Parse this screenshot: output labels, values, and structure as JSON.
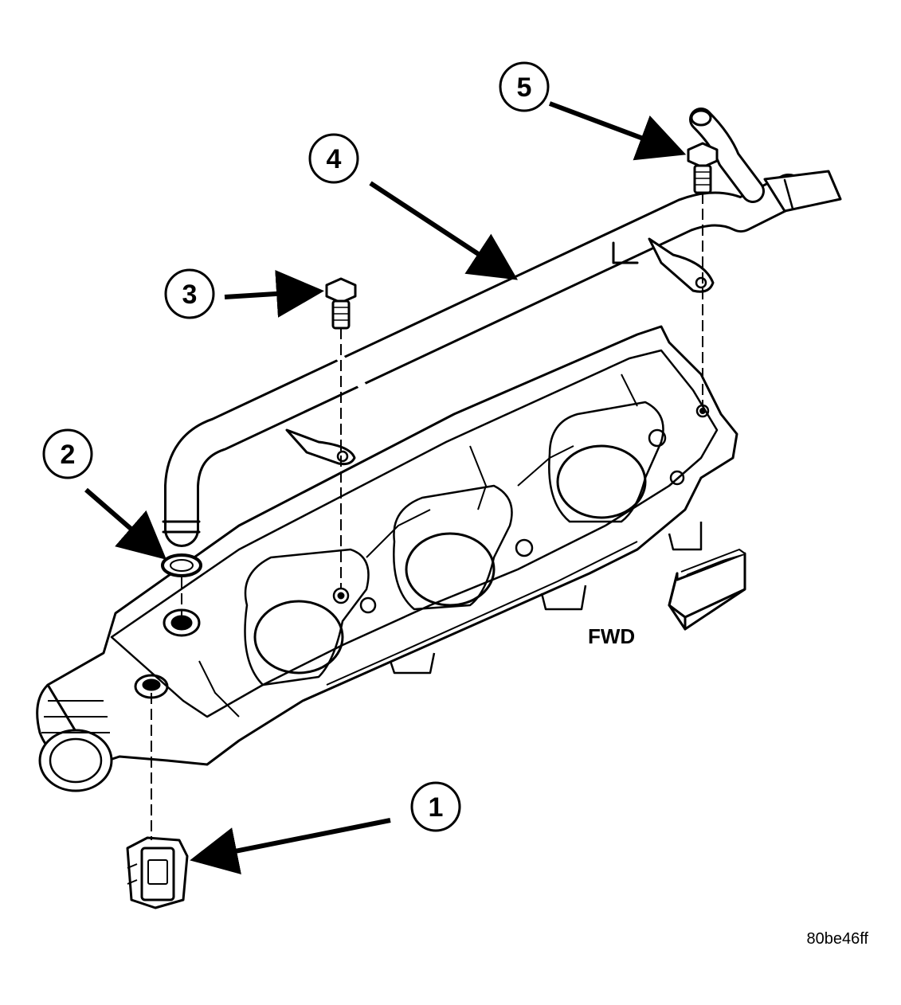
{
  "callouts": [
    {
      "id": "1",
      "label": "1"
    },
    {
      "id": "2",
      "label": "2"
    },
    {
      "id": "3",
      "label": "3"
    },
    {
      "id": "4",
      "label": "4"
    },
    {
      "id": "5",
      "label": "5"
    }
  ],
  "direction_label": "FWD",
  "figure_code": "80be46ff",
  "colors": {
    "line": "#000000",
    "background": "#ffffff"
  }
}
